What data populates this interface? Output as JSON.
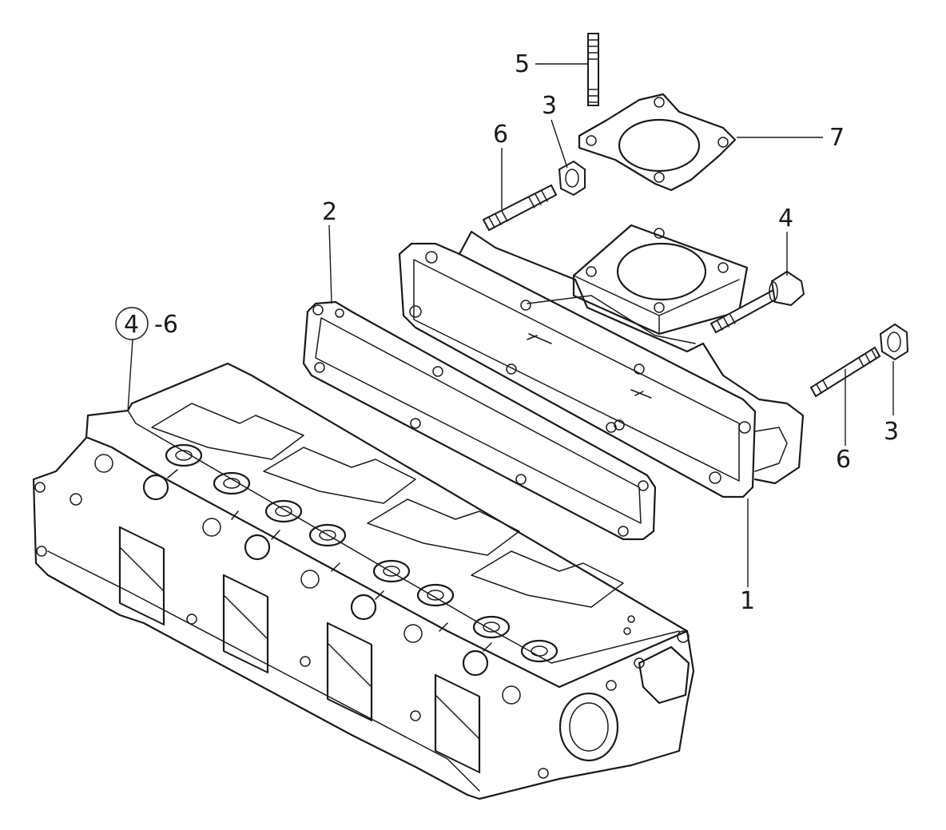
{
  "callouts": {
    "exhaust_manifold": "1",
    "manifold_gasket": "2",
    "nut_top": "3",
    "nut_right": "3",
    "bolt_right": "4",
    "stud_top": "5",
    "stud_left": "6",
    "stud_right": "6",
    "flange_gasket": "7",
    "cylinder_head_circle": "4",
    "cylinder_head_suffix": "-6"
  }
}
